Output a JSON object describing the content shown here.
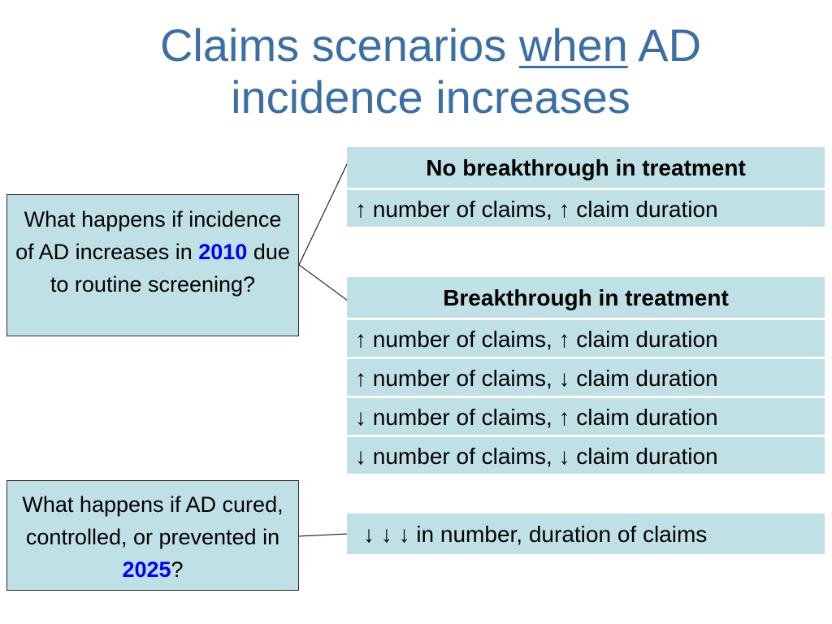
{
  "title": {
    "part1": "Claims scenarios ",
    "underlined": "when",
    "part2": " AD",
    "line2": "incidence increases"
  },
  "question1": {
    "text_before": "What happens if incidence of AD increases in ",
    "year": "2010",
    "text_after": " due to routine screening?"
  },
  "question2": {
    "text_before": "What happens if AD cured, controlled, or prevented in ",
    "year": "2025",
    "text_after": "?"
  },
  "panel1": {
    "header": "No breakthrough in treatment",
    "rows": [
      "↑ number of claims, ↑ claim duration"
    ]
  },
  "panel2": {
    "header": "Breakthrough in treatment",
    "rows": [
      "↑ number of claims, ↑ claim duration",
      "↑ number of claims, ↓ claim duration",
      "↓ number of claims, ↑ claim duration",
      "↓ number of claims, ↓ claim duration"
    ]
  },
  "panel3": {
    "row": "↓ ↓ ↓ in number, duration of claims"
  },
  "colors": {
    "title": "#3a6ea5",
    "box_fill": "#bfe1e6",
    "year_highlight": "#0000ff"
  }
}
